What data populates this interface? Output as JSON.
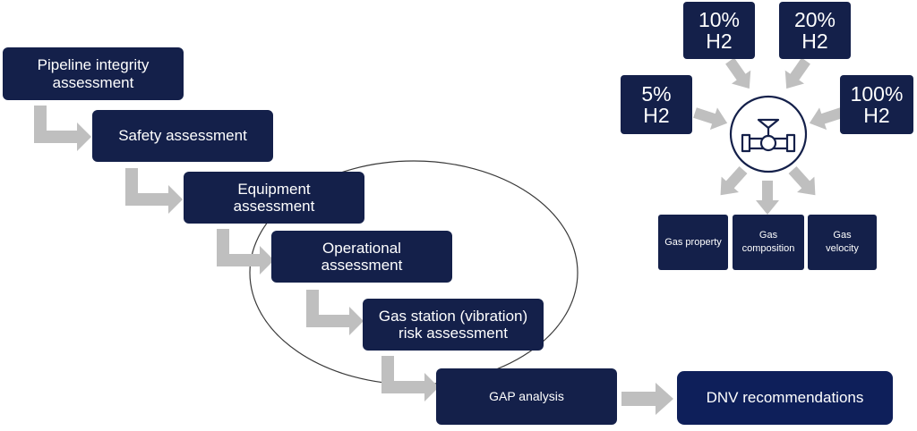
{
  "steps": [
    {
      "label": "Pipeline integrity\nassessment"
    },
    {
      "label": "Safety assessment"
    },
    {
      "label": "Equipment\nassessment"
    },
    {
      "label": "Operational\nassessment"
    },
    {
      "label": "Gas station (vibration)\nrisk assessment"
    },
    {
      "label": "GAP analysis"
    }
  ],
  "recommendation": {
    "label": "DNV recommendations"
  },
  "hydrogen_blends": [
    {
      "label": "5%\nH2"
    },
    {
      "label": "10%\nH2"
    },
    {
      "label": "20%\nH2"
    },
    {
      "label": "100%\nH2"
    }
  ],
  "outputs": [
    {
      "label": "Gas property"
    },
    {
      "label": "Gas\ncomposition"
    },
    {
      "label": "Gas\nvelocity"
    }
  ],
  "colors": {
    "box_fill": "#14204a",
    "recommendation_fill": "#0e1f5a",
    "arrow_gray": "#bfbfbf",
    "ellipse_stroke": "#3a3a3a"
  },
  "icons": {
    "center": "valve-icon"
  }
}
